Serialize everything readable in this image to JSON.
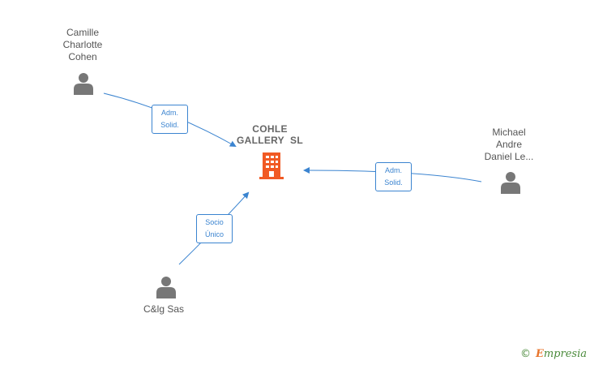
{
  "company": {
    "name_line1": "COHLE",
    "name_line2": "GALLERY  SL",
    "icon": "building-icon",
    "color": "#f15a24"
  },
  "people": [
    {
      "lines": [
        "Camille",
        "Charlotte",
        "Cohen"
      ],
      "icon": "person-icon"
    },
    {
      "lines": [
        "Michael",
        "Andre",
        "Daniel Le..."
      ],
      "icon": "person-icon"
    },
    {
      "lines": [
        "C&lg Sas"
      ],
      "icon": "person-icon"
    }
  ],
  "edges": [
    {
      "from": "Camille Charlotte Cohen",
      "to": "COHLE GALLERY SL",
      "label_line1": "Adm.",
      "label_line2": "Solid."
    },
    {
      "from": "Michael Andre Daniel Le...",
      "to": "COHLE GALLERY SL",
      "label_line1": "Adm.",
      "label_line2": "Solid."
    },
    {
      "from": "C&lg Sas",
      "to": "COHLE GALLERY SL",
      "label_line1": "Socio",
      "label_line2": "Único"
    }
  ],
  "colors": {
    "edge": "#3b84d0",
    "person": "#777777",
    "company": "#f15a24"
  },
  "branding": {
    "copyright": "©",
    "e_letter": "E",
    "rest": "mpresia"
  }
}
